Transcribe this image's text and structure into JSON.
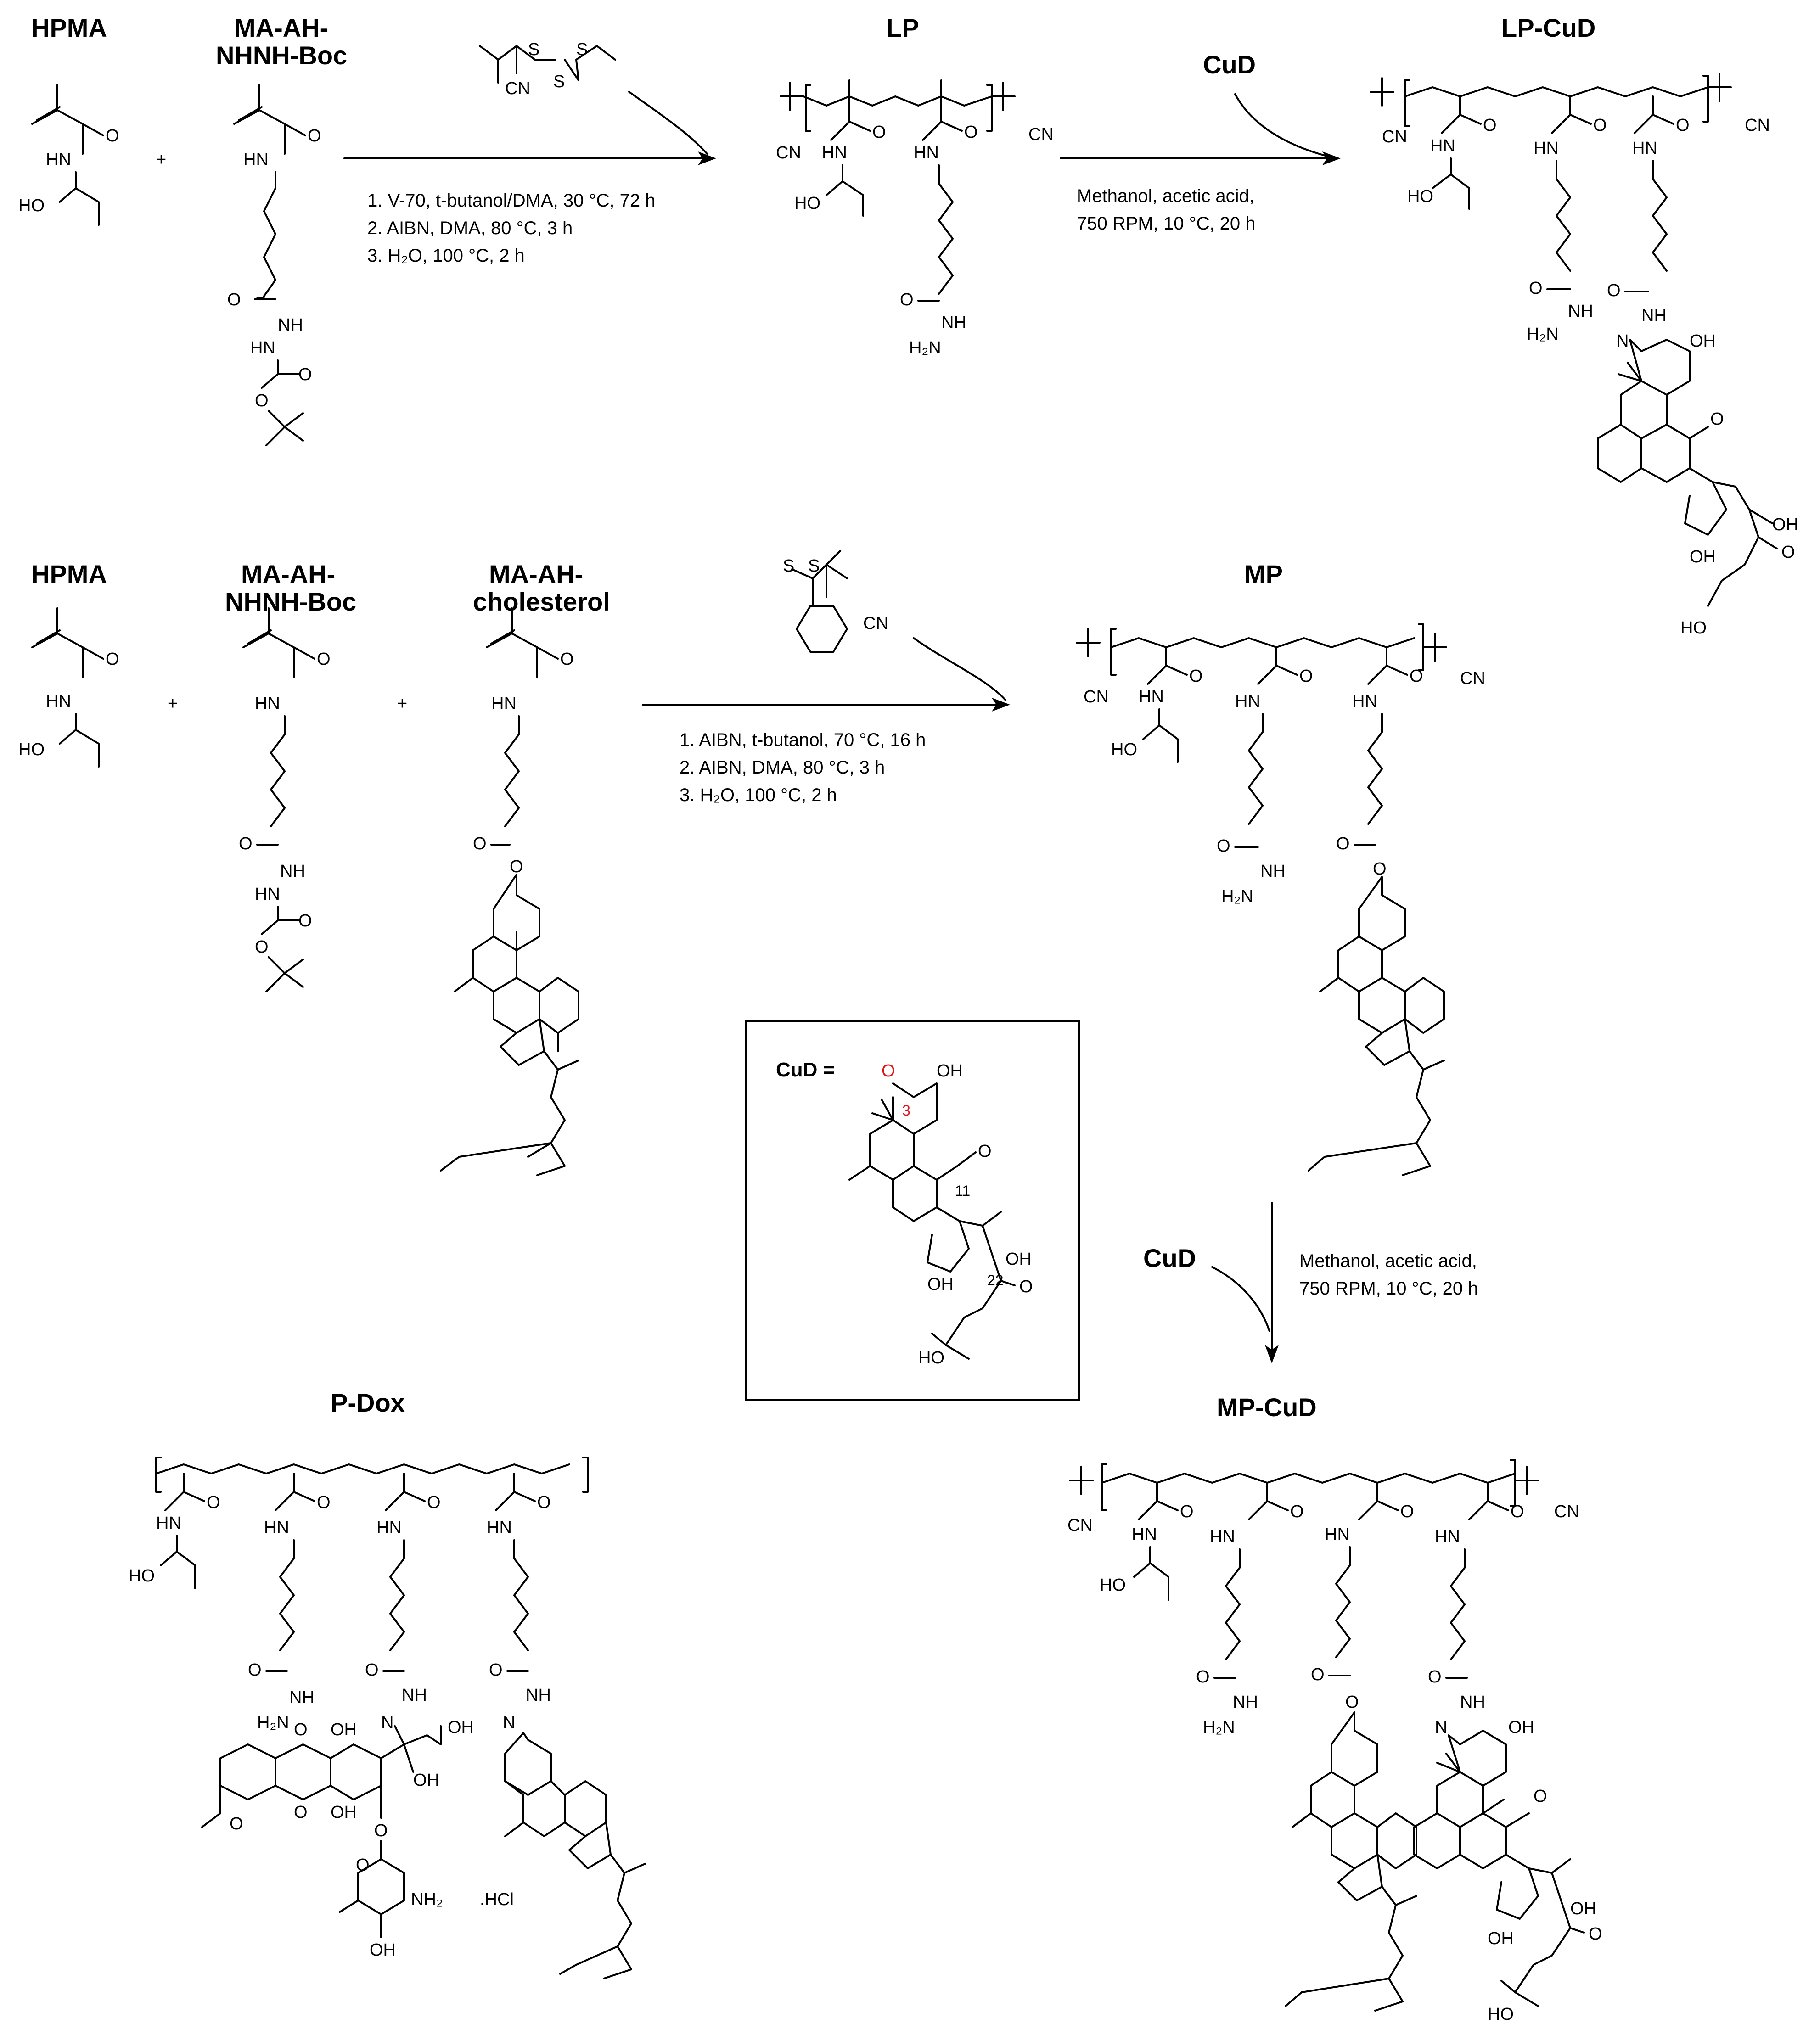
{
  "titles": {
    "hpma_top": "HPMA",
    "maah_top_1": "MA-AH-",
    "maah_top_2": "NHNH-Boc",
    "lp": "LP",
    "cud_top": "CuD",
    "lpcud": "LP-CuD",
    "hpma_mid": "HPMA",
    "maah_mid_1": "MA-AH-",
    "maah_mid_2": "NHNH-Boc",
    "machol_1": "MA-AH-",
    "machol_2": "cholesterol",
    "mp": "MP",
    "cud_mid": "CuD",
    "pdox": "P-Dox",
    "mpcud": "MP-CuD",
    "cud_def": "CuD ="
  },
  "conditions": {
    "top": [
      "1. V-70, t-butanol/DMA, 30 °C, 72 h",
      "2. AIBN, DMA, 80 °C, 3 h",
      "3. H₂O, 100 °C, 2 h"
    ],
    "top_cud": [
      "Methanol, acetic acid,",
      "750 RPM, 10 °C, 20 h"
    ],
    "mid": [
      "1. AIBN, t-butanol, 70 °C, 16 h",
      "2. AIBN, DMA, 80 °C, 3 h",
      "3. H₂O, 100 °C, 2 h"
    ],
    "mid_cud": [
      "Methanol, acetic acid,",
      "750 RPM, 10 °C, 20 h"
    ]
  },
  "atoms": {
    "O": "O",
    "OH": "OH",
    "HO": "HO",
    "HN": "HN",
    "NH": "NH",
    "N": "N",
    "H2N": "H₂N",
    "CN": "CN",
    "S": "S",
    "NH2": "NH₂",
    "HCl": ".HCl",
    "plus": "+",
    "c3": "3",
    "c11": "11",
    "c22": "22",
    "c3_O": "O"
  },
  "colors": {
    "line": "#000000",
    "highlight": "#e0131a",
    "background": "#ffffff"
  }
}
